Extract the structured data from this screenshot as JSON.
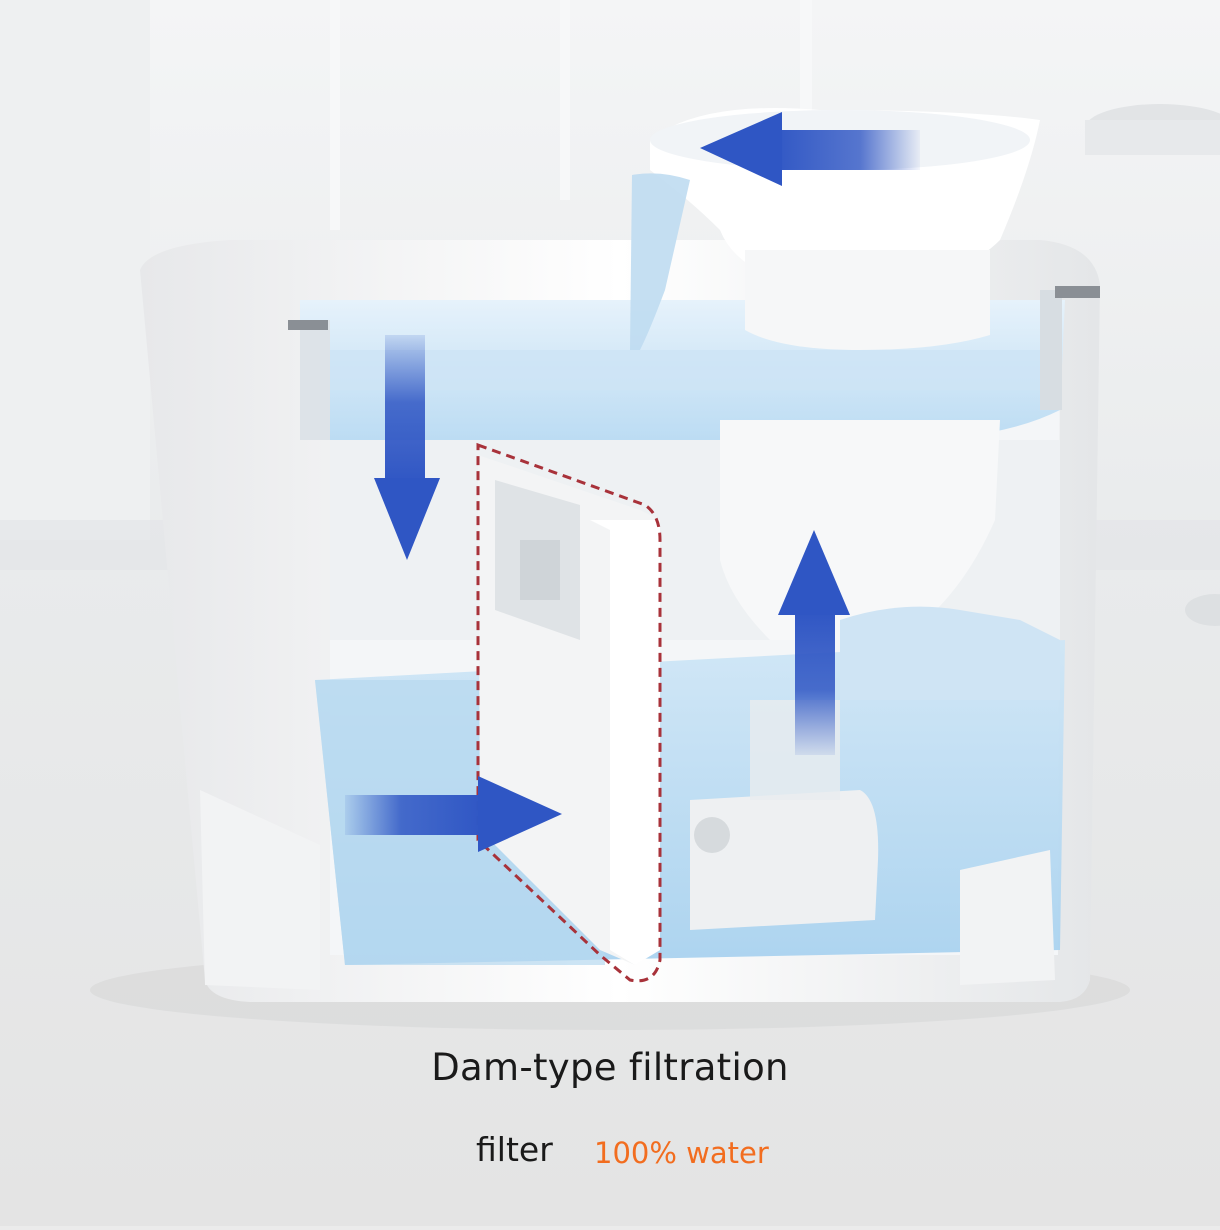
{
  "caption": {
    "line1": "Dam-type filtration",
    "filter_label": "filter",
    "highlight": "100% water"
  },
  "colors": {
    "arrow": "#2f56c4",
    "water": "#b8dcf2",
    "dashed_outline": "#a8323a",
    "highlight_text": "#f26d1f"
  }
}
